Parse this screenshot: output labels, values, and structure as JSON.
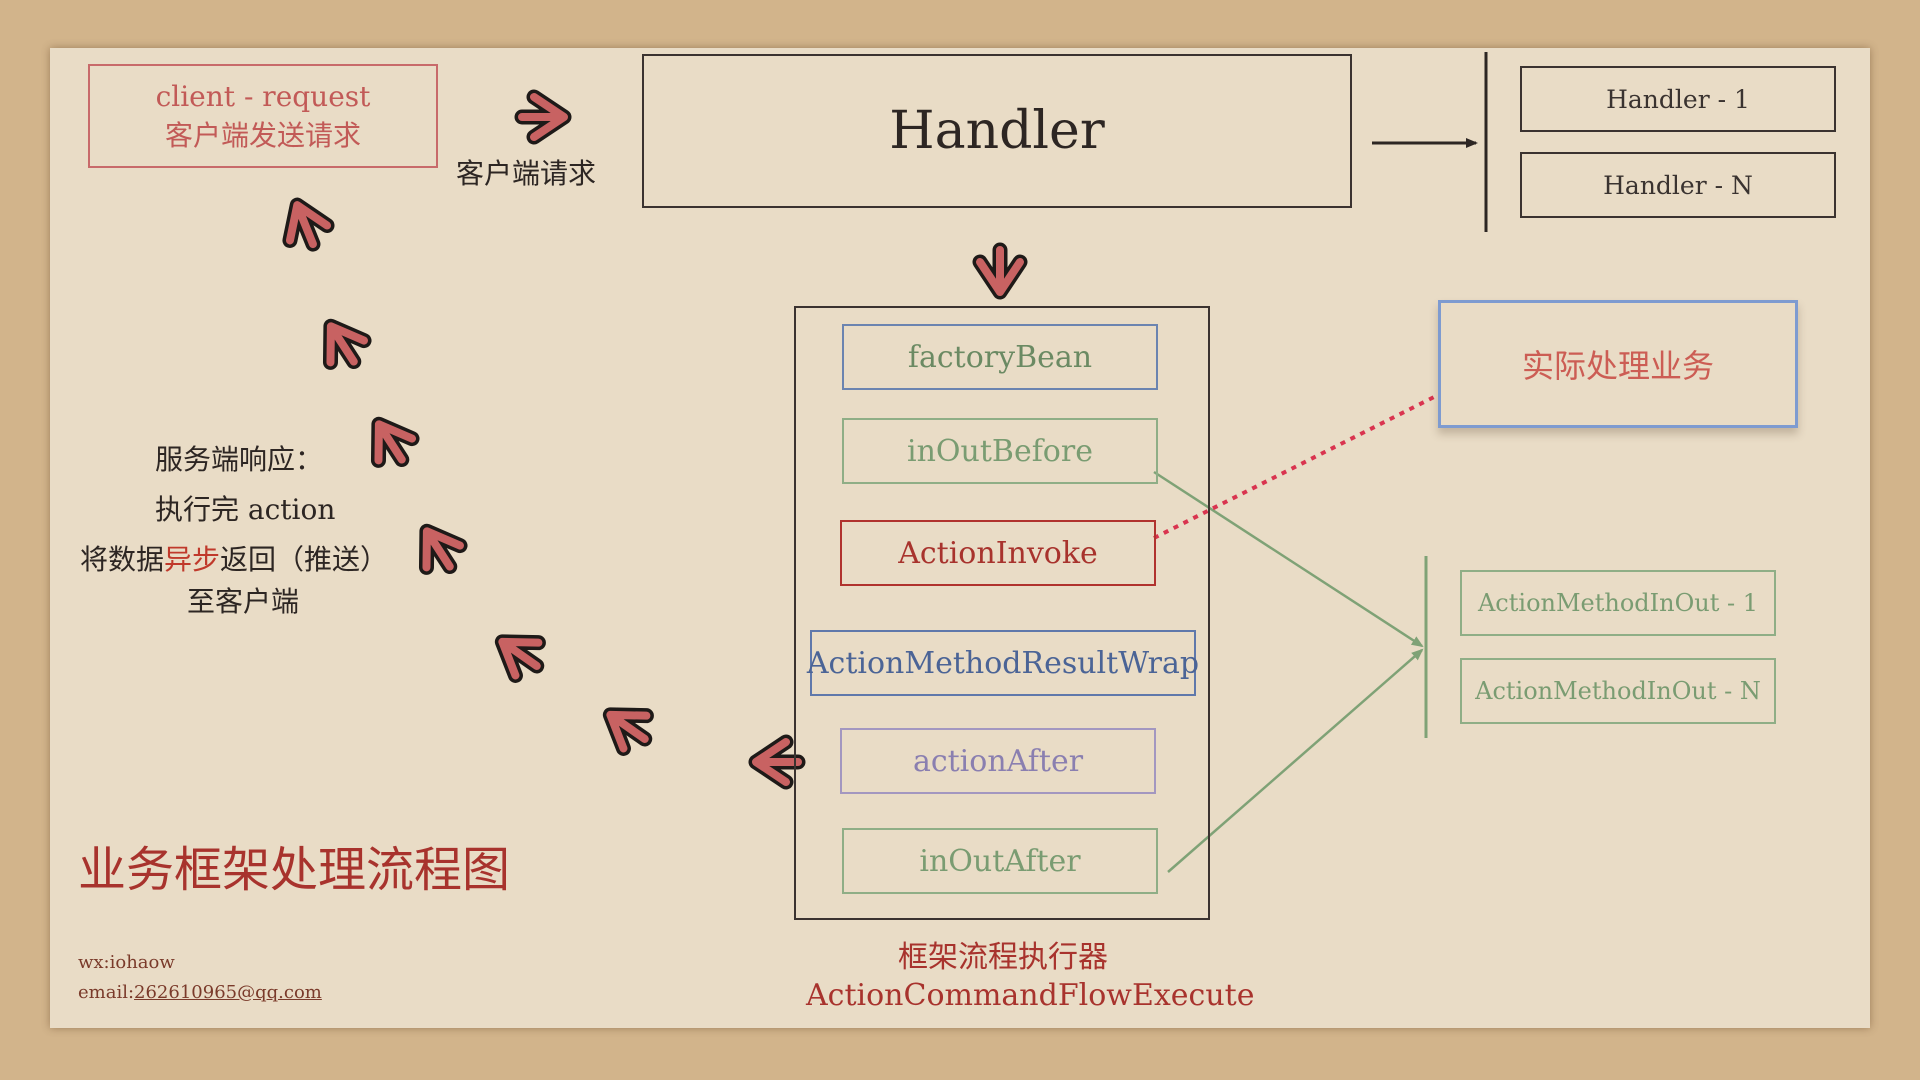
{
  "client": {
    "line1": "client - request",
    "line2": "客户端发送请求"
  },
  "client_request_label": "客户端请求",
  "handler": {
    "title": "Handler",
    "item1": "Handler - 1",
    "itemN": "Handler - N"
  },
  "executor": {
    "steps": {
      "factory_bean": "factoryBean",
      "in_out_before": "inOutBefore",
      "action_invoke": "ActionInvoke",
      "result_wrap": "ActionMethodResultWrap",
      "action_after": "actionAfter",
      "in_out_after": "inOutAfter"
    },
    "title_cn": "框架流程执行器",
    "title_en": "ActionCommandFlowExecute"
  },
  "actual_business": "实际处理业务",
  "action_method_in_out": {
    "item1": "ActionMethodInOut - 1",
    "itemN": "ActionMethodInOut - N"
  },
  "response": {
    "line1": "服务端响应：",
    "line2": "执行完 action",
    "line3_prefix": "将数据",
    "line3_highlight": "异步",
    "line3_suffix": "返回（推送）",
    "line4": "至客户端"
  },
  "main_title": "业务框架处理流程图",
  "contact": {
    "wx": "wx:iohaow",
    "email_label": "email:",
    "email": "262610965@qq.com"
  },
  "colors": {
    "arrow_fill": "#c86262",
    "arrow_stroke": "#1e1a18",
    "dark_line": "#2d2623",
    "green_line": "#7fa276",
    "red_dotted": "#d9344f",
    "title_red": "#a8332d"
  }
}
